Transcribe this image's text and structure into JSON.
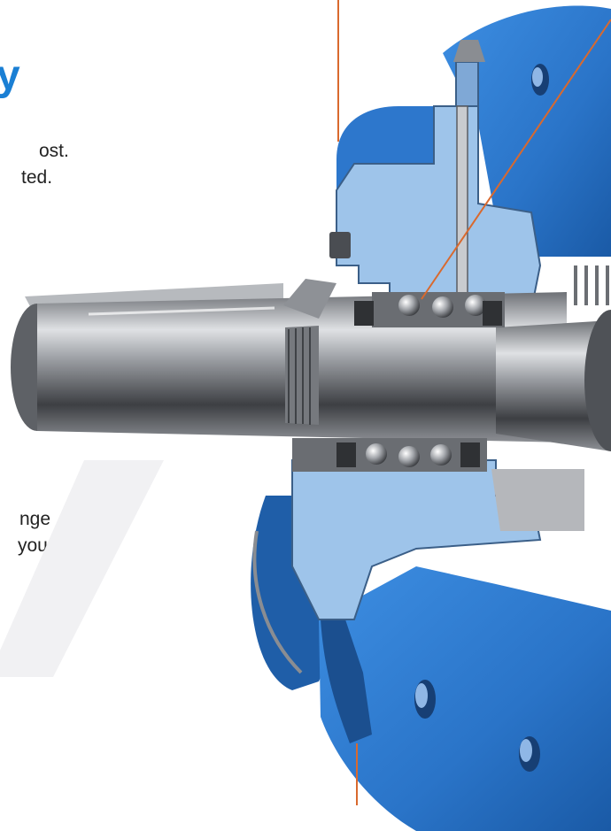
{
  "headline": {
    "fragment": "y",
    "color": "#1a7fd4"
  },
  "text_fragments": [
    {
      "id": "frag-1",
      "text": "ost."
    },
    {
      "id": "frag-2",
      "text": "ted."
    },
    {
      "id": "frag-3",
      "text": "nge"
    },
    {
      "id": "frag-4",
      "text": "you"
    }
  ],
  "colors": {
    "housing_blue": "#2f7fd6",
    "housing_dark": "#1d5ea9",
    "section_light": "#9ec4ea",
    "leader_line": "#d9692e",
    "steel": "#8a8d92"
  },
  "illustration": {
    "subject": "bearing-housing-cutaway"
  }
}
